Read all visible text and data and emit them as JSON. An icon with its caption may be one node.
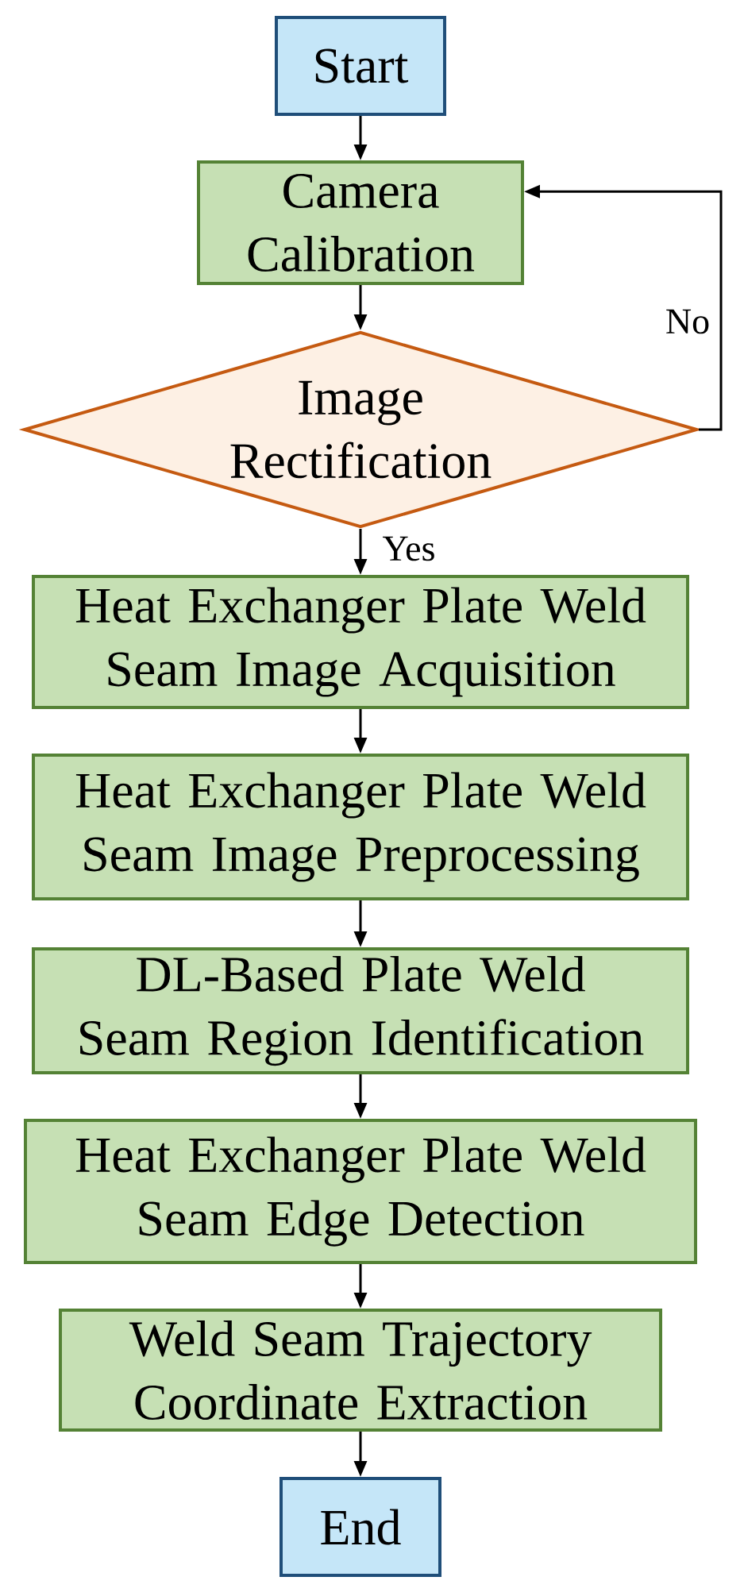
{
  "diagram": {
    "nodes": [
      {
        "text": [
          "Start"
        ]
      },
      {
        "text": [
          "Camera Calibration"
        ]
      },
      {
        "text": [
          "Image Rectification"
        ]
      },
      {
        "text": [
          "Heat Exchanger Plate Weld Seam Image Acquisition"
        ]
      },
      {
        "text": [
          "Heat Exchanger Plate Weld Seam Image Preprocessing"
        ]
      },
      {
        "text": [
          "DL-Based Plate Weld Seam Region Identification"
        ]
      },
      {
        "text": [
          "Heat Exchanger Plate Weld Seam Edge Detection"
        ]
      },
      {
        "text": [
          "Weld Seam Trajectory Coordinate Extraction"
        ]
      },
      {
        "text": [
          "End"
        ]
      }
    ],
    "edges": [
      {
        "from": 0,
        "to": 1,
        "arrow": "to"
      },
      {
        "from": 1,
        "to": 2,
        "arrow": "to"
      },
      {
        "from": 2,
        "to": 1,
        "arrow": "to",
        "label": "No"
      },
      {
        "from": 2,
        "to": 3,
        "arrow": "to",
        "label": "Yes"
      },
      {
        "from": 3,
        "to": 4,
        "arrow": "to"
      },
      {
        "from": 4,
        "to": 5,
        "arrow": "to"
      },
      {
        "from": 5,
        "to": 6,
        "arrow": "to"
      },
      {
        "from": 6,
        "to": 7,
        "arrow": "to"
      },
      {
        "from": 7,
        "to": 8,
        "arrow": "to"
      }
    ]
  }
}
